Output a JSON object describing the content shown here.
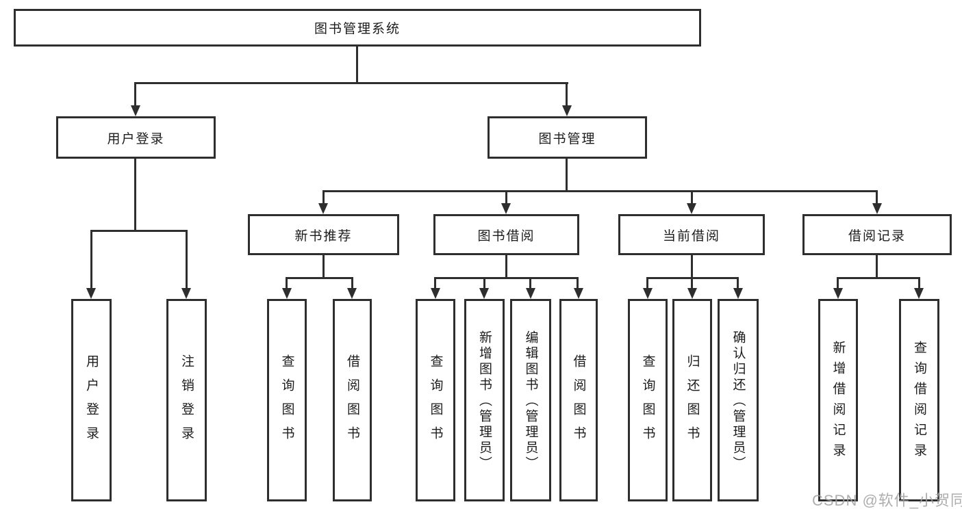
{
  "diagram": {
    "title": "图书管理系统",
    "user_login_branch": {
      "label": "用户登录",
      "children": [
        "用户登录",
        "注销登录"
      ]
    },
    "book_management_branch": {
      "label": "图书管理",
      "groups": [
        {
          "label": "新书推荐",
          "children": [
            "查询图书",
            "借阅图书"
          ]
        },
        {
          "label": "图书借阅",
          "children": [
            "查询图书",
            "新增图书（管理员）",
            "编辑图书（管理员）",
            "借阅图书"
          ]
        },
        {
          "label": "当前借阅",
          "children": [
            "查询图书",
            "归还图书",
            "确认归还（管理员）"
          ]
        },
        {
          "label": "借阅记录",
          "children": [
            "新增借阅记录",
            "查询借阅记录"
          ]
        }
      ]
    }
  },
  "watermark": "CSDN @软件_小贺同学",
  "colors": {
    "line": "#2e2e2e",
    "text": "#1c1c1c",
    "watermark": "#a0a0a0",
    "background": "#ffffff"
  }
}
